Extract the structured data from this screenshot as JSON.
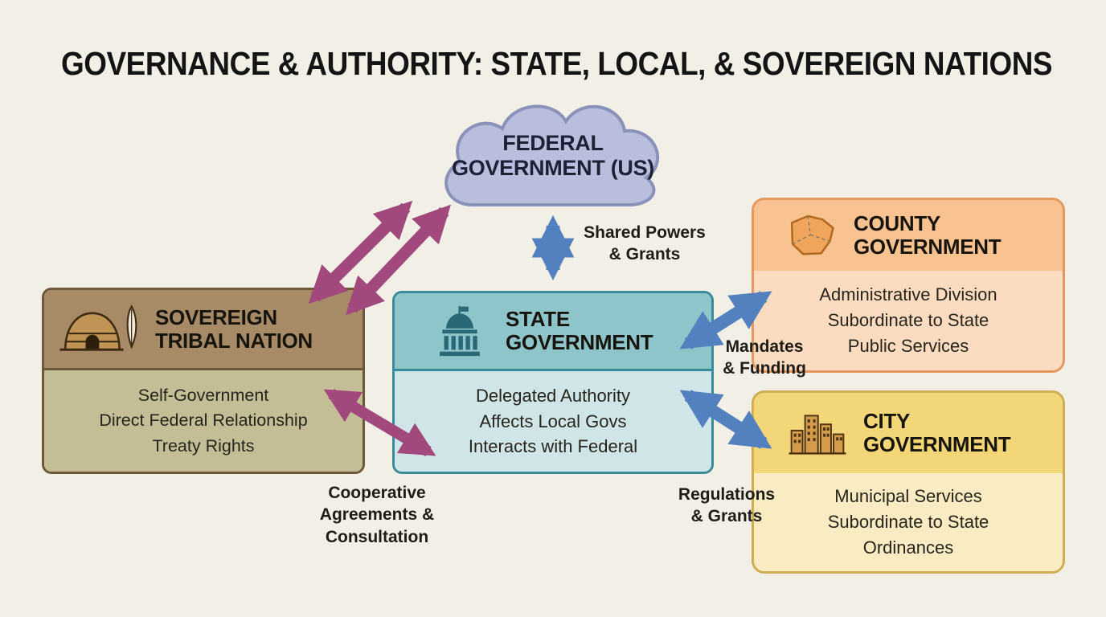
{
  "title": "GOVERNANCE & AUTHORITY: STATE, LOCAL, & SOVEREIGN NATIONS",
  "nodes": {
    "federal": {
      "name": "FEDERAL GOVERNMENT (US)",
      "icon": "cloud-shape"
    },
    "tribal": {
      "name": "SOVEREIGN TRIBAL NATION",
      "icon": "hut-feather-icon",
      "lines": [
        "Self-Government",
        "Direct Federal Relationship",
        "Treaty Rights"
      ]
    },
    "state": {
      "name": "STATE GOVERNMENT",
      "icon": "capitol-icon",
      "lines": [
        "Delegated Authority",
        "Affects Local Govs",
        "Interacts with Federal"
      ]
    },
    "county": {
      "name": "COUNTY GOVERNMENT",
      "icon": "county-map-icon",
      "lines": [
        "Administrative Division",
        "Subordinate to State",
        "Public Services"
      ]
    },
    "city": {
      "name": "CITY GOVERNMENT",
      "icon": "city-skyline-icon",
      "lines": [
        "Municipal Services",
        "Subordinate to State",
        "Ordinances"
      ]
    }
  },
  "edge_labels": {
    "federal_state": [
      "Shared Powers",
      "& Grants"
    ],
    "state_county": [
      "Mandates",
      "& Funding"
    ],
    "state_city": [
      "Regulations",
      "& Grants"
    ],
    "tribal_state": [
      "Cooperative",
      "Agreements &",
      "Consultation"
    ]
  },
  "colors": {
    "background": "#f2efe7",
    "blue_arrow": "#5380be",
    "purple_arrow": "#a1497c",
    "cloud_fill": "#b9bedc",
    "cloud_border": "#8b92ba",
    "tribal_header": "#a78b66",
    "tribal_body": "#c4be97",
    "tribal_border": "#6d5839",
    "state_header": "#8ec5ca",
    "state_body": "#cfe5e7",
    "state_border": "#3a8b98",
    "county_header": "#f8c391",
    "county_body": "#fbdcc0",
    "county_border": "#e6975c",
    "city_header": "#f2d678",
    "city_body": "#f9ecc2",
    "city_border": "#cfae52"
  }
}
